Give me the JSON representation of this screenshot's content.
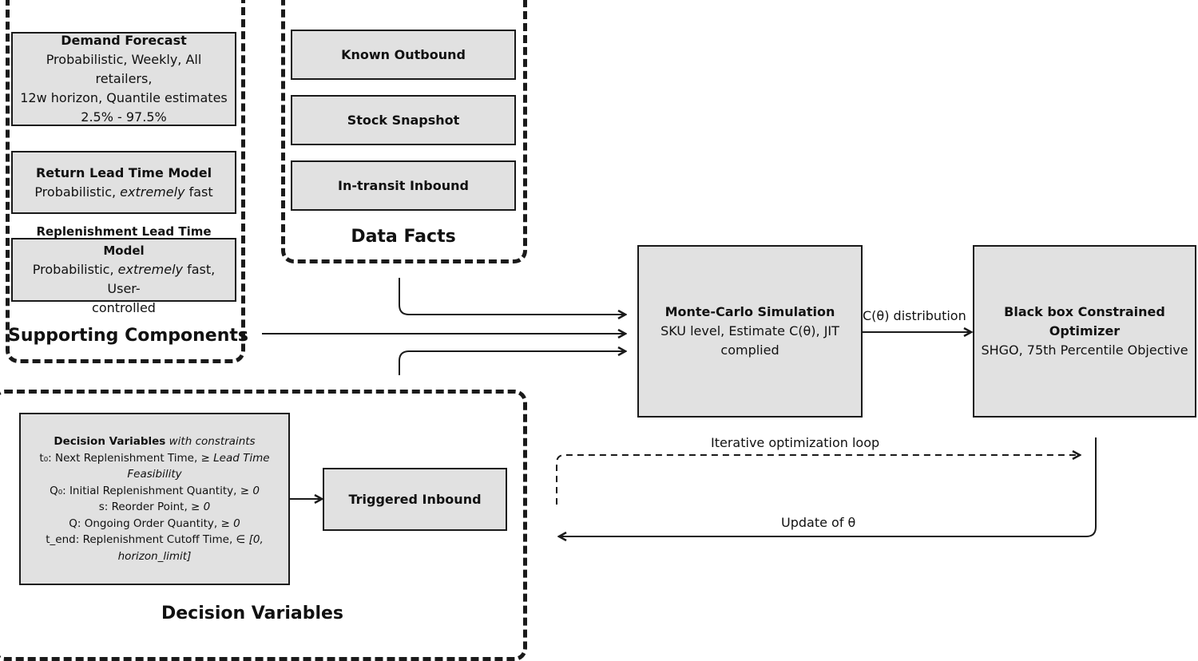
{
  "groups": {
    "supporting_components": {
      "label": "Supporting Components",
      "demand_forecast": {
        "title": "Demand Forecast",
        "line1": "Probabilistic, Weekly, All  retailers,",
        "line2": "12w horizon, Quantile estimates",
        "line3": "2.5% - 97.5%"
      },
      "return_lead_time": {
        "title": "Return Lead Time Model",
        "text_plain": "Probabilistic, ",
        "text_italic": "extremely",
        "text_end": " fast"
      },
      "replenishment_lead_time": {
        "title": "Replenishment Lead Time Model",
        "text_plain": "Probabilistic, ",
        "text_italic": "extremely",
        "text_end": " fast, User-",
        "line2": "controlled"
      }
    },
    "data_facts": {
      "label": "Data Facts",
      "known_outbound": "Known Outbound",
      "stock_snapshot": "Stock Snapshot",
      "in_transit_inbound": "In-transit Inbound"
    },
    "decision_variables": {
      "label": "Decision Variables",
      "box": {
        "title_bold": "Decision Variables",
        "title_italic": " with constraints",
        "t0_plain": "t₀: Next Replenishment Time, ≥ ",
        "t0_italic": "Lead Time",
        "t0_italic2": "Feasibility",
        "q0_plain": "Q₀: Initial Replenishment Quantity, ≥ ",
        "q0_italic": "0",
        "s_plain": "s: Reorder Point, ≥ ",
        "s_italic": "0",
        "q_plain": "Q: Ongoing Order Quantity, ≥ ",
        "q_italic": "0",
        "tend_plain": "t_end: Replenishment Cutoff Time, ",
        "tend_italic": "∈ [0,",
        "tend_italic2": "horizon_limit]"
      },
      "triggered_inbound": "Triggered Inbound"
    }
  },
  "nodes": {
    "monte_carlo": {
      "title": "Monte-Carlo Simulation",
      "line1": "SKU level, Estimate C(θ), JIT",
      "line2": "complied"
    },
    "optimizer": {
      "title_line1": "Black box Constrained",
      "title_line2": "Optimizer",
      "line1": "SHGO, 75th Percentile Objective"
    }
  },
  "edges": {
    "c_theta": "C(θ) distribution",
    "loop": "Iterative optimization loop",
    "update": "Update of θ"
  }
}
